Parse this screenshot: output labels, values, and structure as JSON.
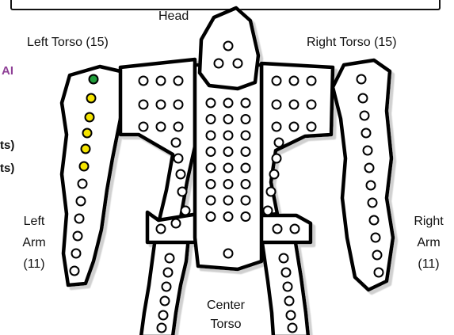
{
  "labels": {
    "head": "Head",
    "left_torso": "Left Torso (15)",
    "right_torso": "Right Torso (15)",
    "left_arm": [
      "Left",
      "Arm",
      "(11)"
    ],
    "right_arm": [
      "Right",
      "Arm",
      "(11)"
    ],
    "center_torso": [
      "Center",
      "Torso"
    ]
  },
  "partial_text": {
    "line1": "AI",
    "line2": "ts)",
    "line3": "ts)"
  },
  "colors": {
    "destroyed_pip": "#1f9d3a",
    "damaged_pip": "#f5e400",
    "intact_pip": "#ffffff",
    "outline": "#000000",
    "accent_purple": "#8e3f96"
  },
  "armor_pips": {
    "left_arm": [
      "destroyed",
      "damaged",
      "damaged",
      "damaged",
      "damaged",
      "damaged",
      "intact",
      "intact",
      "intact",
      "intact",
      "intact"
    ],
    "right_arm": [
      "intact",
      "intact",
      "intact",
      "intact",
      "intact",
      "intact",
      "intact",
      "intact",
      "intact",
      "intact",
      "intact"
    ]
  }
}
